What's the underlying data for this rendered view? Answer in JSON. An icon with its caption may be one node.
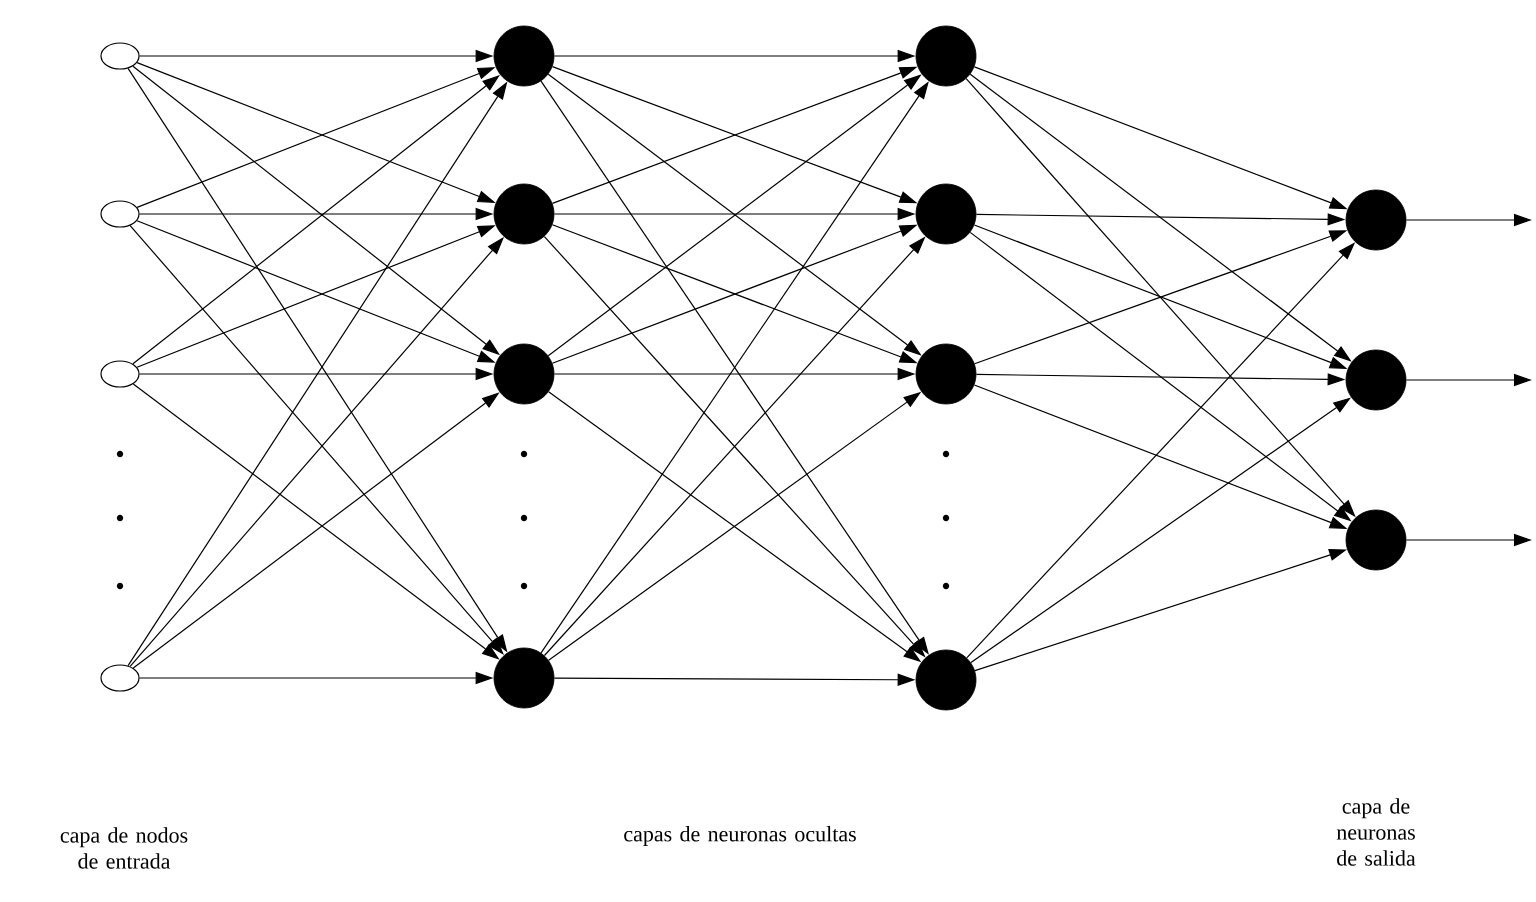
{
  "diagram": {
    "nodes": [
      {
        "text": [],
        "shape": "ellipse"
      },
      {
        "text": [],
        "shape": "ellipse"
      },
      {
        "text": [],
        "shape": "ellipse"
      },
      {
        "text": [],
        "shape": "ellipse"
      },
      {
        "text": [],
        "shape": "circle"
      },
      {
        "text": [],
        "shape": "circle"
      },
      {
        "text": [],
        "shape": "circle"
      },
      {
        "text": [],
        "shape": "circle"
      },
      {
        "text": [],
        "shape": "circle"
      },
      {
        "text": [],
        "shape": "circle"
      },
      {
        "text": [],
        "shape": "circle"
      },
      {
        "text": [],
        "shape": "circle"
      },
      {
        "text": [],
        "shape": "circle"
      },
      {
        "text": [],
        "shape": "circle"
      },
      {
        "text": [],
        "shape": "circle"
      }
    ],
    "edges": [
      {
        "from": 0,
        "to": 4,
        "arrow": "to"
      },
      {
        "from": 0,
        "to": 5,
        "arrow": "to"
      },
      {
        "from": 0,
        "to": 6,
        "arrow": "to"
      },
      {
        "from": 0,
        "to": 7,
        "arrow": "to"
      },
      {
        "from": 1,
        "to": 4,
        "arrow": "to"
      },
      {
        "from": 1,
        "to": 5,
        "arrow": "to"
      },
      {
        "from": 1,
        "to": 6,
        "arrow": "to"
      },
      {
        "from": 1,
        "to": 7,
        "arrow": "to"
      },
      {
        "from": 2,
        "to": 4,
        "arrow": "to"
      },
      {
        "from": 2,
        "to": 5,
        "arrow": "to"
      },
      {
        "from": 2,
        "to": 6,
        "arrow": "to"
      },
      {
        "from": 2,
        "to": 7,
        "arrow": "to"
      },
      {
        "from": 3,
        "to": 4,
        "arrow": "to"
      },
      {
        "from": 3,
        "to": 5,
        "arrow": "to"
      },
      {
        "from": 3,
        "to": 6,
        "arrow": "to"
      },
      {
        "from": 3,
        "to": 7,
        "arrow": "to"
      },
      {
        "from": 4,
        "to": 8,
        "arrow": "to"
      },
      {
        "from": 4,
        "to": 9,
        "arrow": "to"
      },
      {
        "from": 4,
        "to": 10,
        "arrow": "to"
      },
      {
        "from": 4,
        "to": 11,
        "arrow": "to"
      },
      {
        "from": 5,
        "to": 8,
        "arrow": "to"
      },
      {
        "from": 5,
        "to": 9,
        "arrow": "to"
      },
      {
        "from": 5,
        "to": 10,
        "arrow": "to"
      },
      {
        "from": 5,
        "to": 11,
        "arrow": "to"
      },
      {
        "from": 6,
        "to": 8,
        "arrow": "to"
      },
      {
        "from": 6,
        "to": 9,
        "arrow": "to"
      },
      {
        "from": 6,
        "to": 10,
        "arrow": "to"
      },
      {
        "from": 6,
        "to": 11,
        "arrow": "to"
      },
      {
        "from": 7,
        "to": 8,
        "arrow": "to"
      },
      {
        "from": 7,
        "to": 9,
        "arrow": "to"
      },
      {
        "from": 7,
        "to": 10,
        "arrow": "to"
      },
      {
        "from": 7,
        "to": 11,
        "arrow": "to"
      },
      {
        "from": 8,
        "to": 12,
        "arrow": "to"
      },
      {
        "from": 8,
        "to": 13,
        "arrow": "to"
      },
      {
        "from": 8,
        "to": 14,
        "arrow": "to"
      },
      {
        "from": 9,
        "to": 12,
        "arrow": "to"
      },
      {
        "from": 9,
        "to": 13,
        "arrow": "to"
      },
      {
        "from": 9,
        "to": 14,
        "arrow": "to"
      },
      {
        "from": 10,
        "to": 12,
        "arrow": "to"
      },
      {
        "from": 10,
        "to": 13,
        "arrow": "to"
      },
      {
        "from": 10,
        "to": 14,
        "arrow": "to"
      },
      {
        "from": 11,
        "to": 12,
        "arrow": "to"
      },
      {
        "from": 11,
        "to": 13,
        "arrow": "to"
      },
      {
        "from": 11,
        "to": 14,
        "arrow": "to"
      },
      {
        "from": 12,
        "to": null,
        "arrow": "to"
      },
      {
        "from": 13,
        "to": null,
        "arrow": "to"
      },
      {
        "from": 14,
        "to": null,
        "arrow": "to"
      }
    ],
    "labels": [
      "capa de nodos de entrada",
      "capas de neuronas ocultas",
      "capa de neuronas de salida"
    ]
  }
}
